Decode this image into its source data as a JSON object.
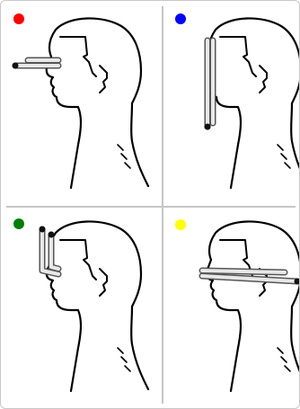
{
  "figure": {
    "border_color": "#c8c8c8",
    "divider_color": "#c6c6c6"
  },
  "panels": [
    {
      "id": "top-left",
      "dot_color": "#ff0000",
      "rod_orientation": "horizontal-front",
      "icon": "head-profile-icon"
    },
    {
      "id": "top-right",
      "dot_color": "#0000ff",
      "rod_orientation": "vertical-down",
      "icon": "head-profile-icon"
    },
    {
      "id": "bottom-left",
      "dot_color": "#007f00",
      "rod_orientation": "vertical-up",
      "icon": "head-profile-icon"
    },
    {
      "id": "bottom-right",
      "dot_color": "#ffff00",
      "rod_orientation": "horizontal-back",
      "icon": "head-profile-icon"
    }
  ]
}
